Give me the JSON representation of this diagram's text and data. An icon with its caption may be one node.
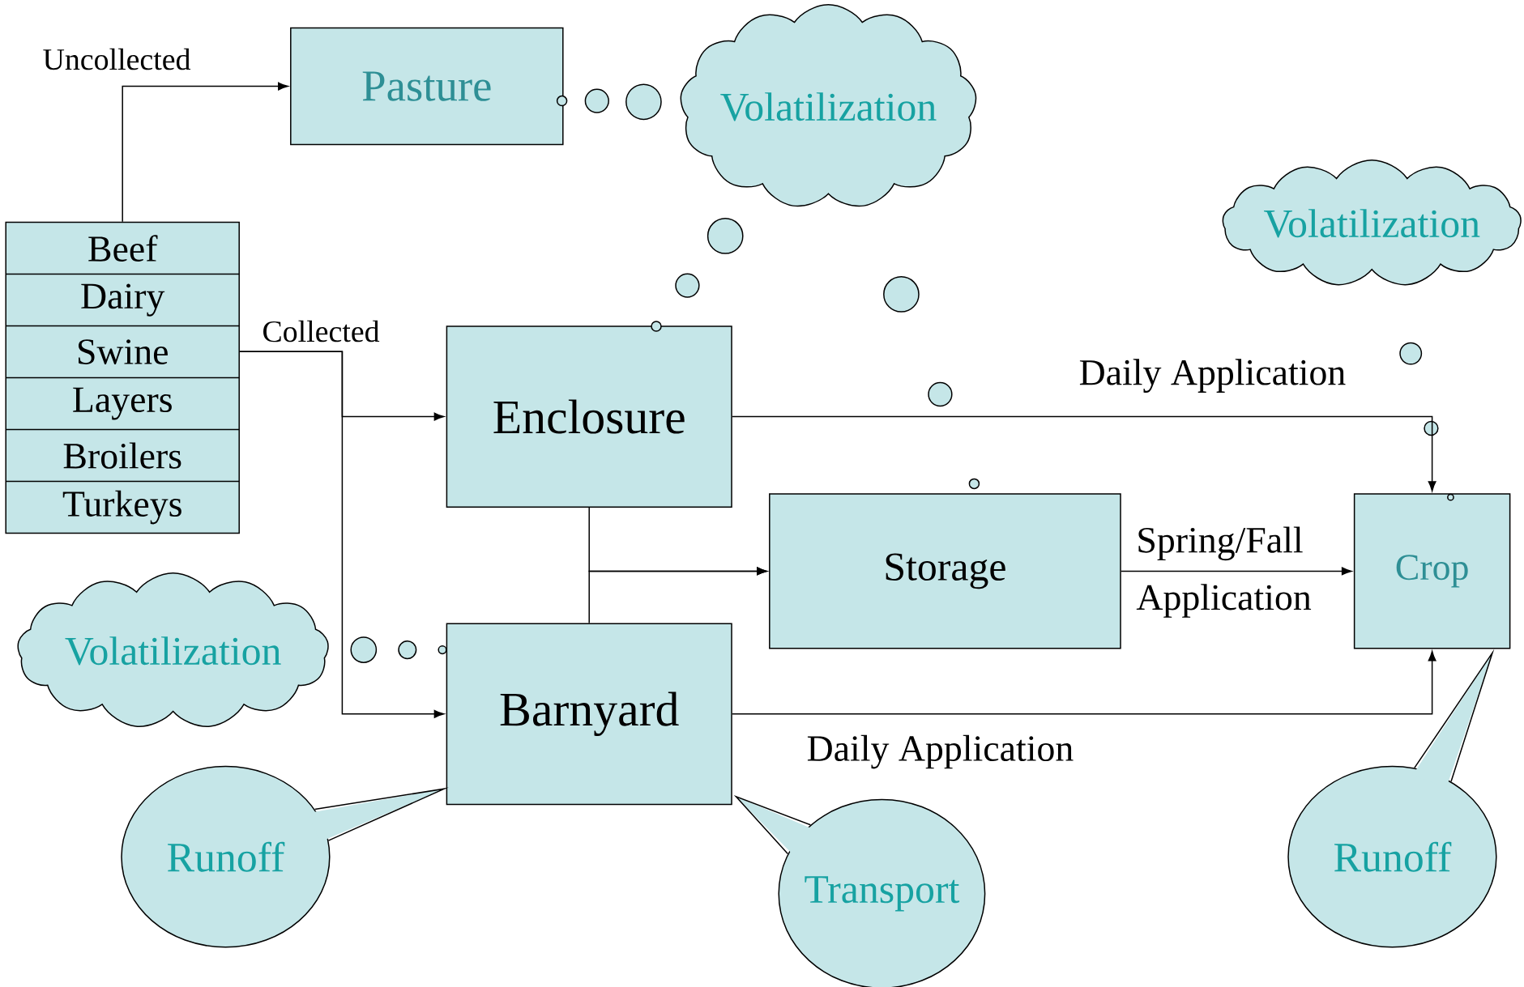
{
  "diagram": {
    "nodes": [
      {
        "text": [
          "Pasture"
        ]
      },
      {
        "text": [
          "Volatilization"
        ]
      },
      {
        "text": [
          "Beef",
          "Dairy",
          "Swine",
          "Layers",
          "Broilers",
          "Turkeys"
        ]
      },
      {
        "text": [
          "Volatilization"
        ]
      },
      {
        "text": [
          "Enclosure"
        ]
      },
      {
        "text": [
          "Storage"
        ]
      },
      {
        "text": [
          "Crop"
        ]
      },
      {
        "text": [
          "Volatilization"
        ]
      },
      {
        "text": [
          "Barnyard"
        ]
      },
      {
        "text": [
          "Runoff"
        ]
      },
      {
        "text": [
          "Transport"
        ]
      },
      {
        "text": [
          "Runoff"
        ]
      }
    ],
    "edges": [
      {
        "from": 2,
        "to": 0,
        "arrow": "to",
        "label": "Uncollected"
      },
      {
        "from": 2,
        "to": 4,
        "arrow": "to",
        "label": "Collected"
      },
      {
        "from": 2,
        "to": 8,
        "arrow": "to"
      },
      {
        "from": 4,
        "to": 5,
        "arrow": "to"
      },
      {
        "from": 8,
        "to": 5,
        "arrow": "to"
      },
      {
        "from": 4,
        "to": 6,
        "arrow": "to",
        "label": "Daily Application"
      },
      {
        "from": 5,
        "to": 6,
        "arrow": "to",
        "label": "Spring/Fall Application"
      },
      {
        "from": 8,
        "to": 6,
        "arrow": "to",
        "label": "Daily Application"
      }
    ]
  }
}
